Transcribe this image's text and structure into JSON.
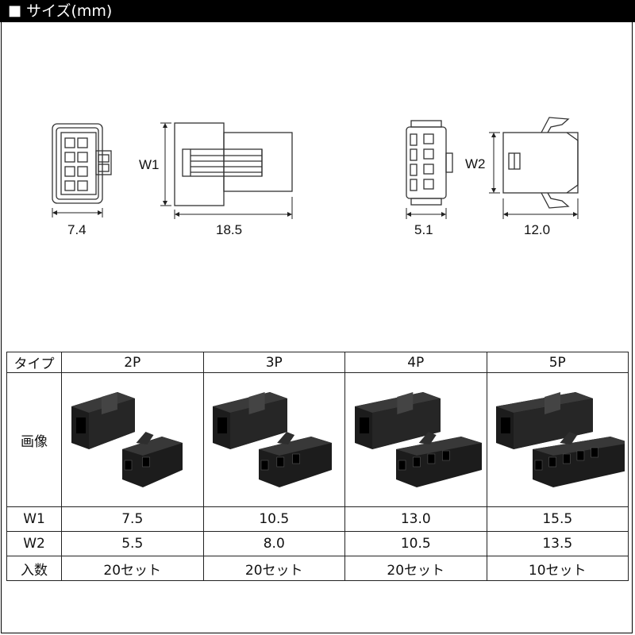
{
  "header": {
    "square_icon": "■",
    "title": "サイズ(mm)"
  },
  "dimensions": {
    "left_front_width": "7.4",
    "left_side_length": "18.5",
    "left_height_label": "W1",
    "right_front_width": "5.1",
    "right_side_length": "12.0",
    "right_height_label": "W2"
  },
  "table": {
    "type_header": "タイプ",
    "types": [
      "2P",
      "3P",
      "4P",
      "5P"
    ],
    "image_row_label": "画像",
    "pin_counts": [
      2,
      3,
      4,
      5
    ],
    "rows": [
      {
        "label": "W1",
        "values": [
          "7.5",
          "10.5",
          "13.0",
          "15.5"
        ]
      },
      {
        "label": "W2",
        "values": [
          "5.5",
          "8.0",
          "10.5",
          "13.5"
        ]
      },
      {
        "label": "入数",
        "values": [
          "20セット",
          "20セット",
          "20セット",
          "10セット"
        ]
      }
    ]
  },
  "colors": {
    "header_bg": "#000000",
    "connector": "#1c1c1c"
  }
}
